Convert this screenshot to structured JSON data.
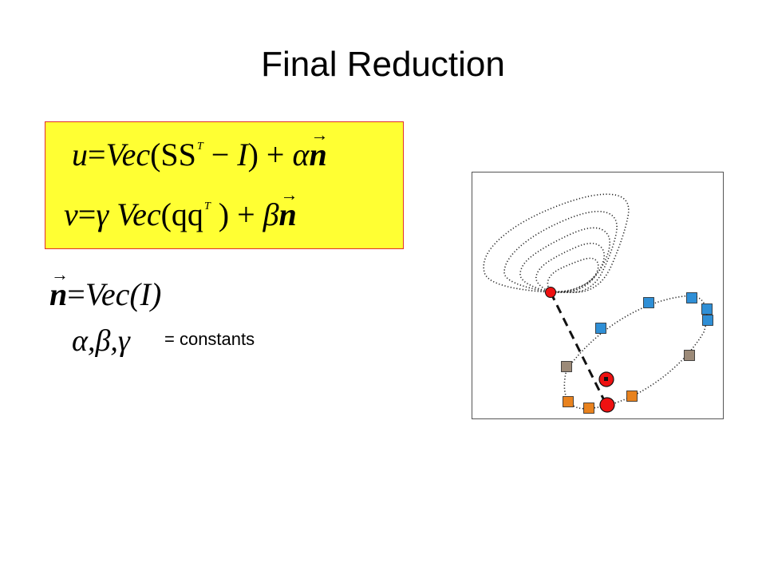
{
  "slide": {
    "title": "Final Reduction"
  },
  "equations": {
    "u_eq": {
      "lhs": "u",
      "eq": "=",
      "vec_fn": "Vec",
      "arg_open": "(SS",
      "sup": "T",
      "minus": " − ",
      "id": "I",
      "arg_close": ")",
      "plus": " + ",
      "coef": "α",
      "nvec": "n"
    },
    "v_eq": {
      "lhs": "v",
      "eq": "=",
      "coef1": "γ",
      "vec_fn": "Vec",
      "arg_open": "(qq",
      "sup": "T",
      "arg_close": " )",
      "plus": " + ",
      "coef2": "β",
      "nvec": "n"
    },
    "n_def": {
      "nvec": "n",
      "eq": "=",
      "rhs": "Vec(I)"
    },
    "greek_list": "α,β,γ",
    "constants_label": "= constants"
  },
  "figure": {
    "colors": {
      "red": "#ee1111",
      "orange": "#e8821e",
      "blue": "#2f8fd6",
      "gray_brown": "#9c8a78",
      "dotted": "#222222"
    }
  }
}
